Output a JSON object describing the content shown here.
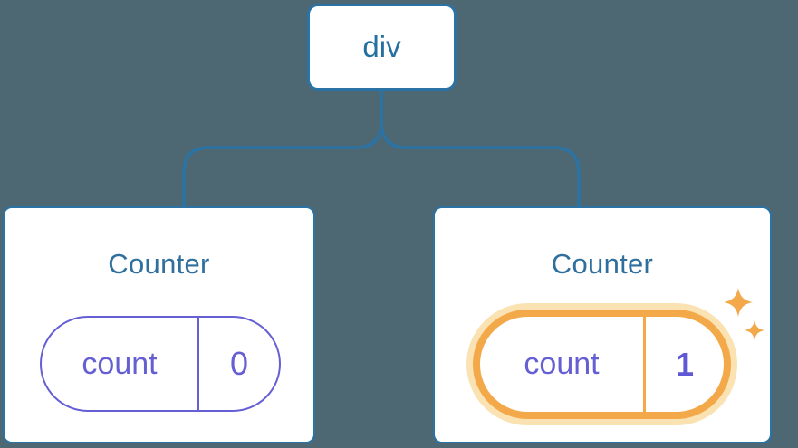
{
  "diagram": {
    "root": {
      "label": "div"
    },
    "children": [
      {
        "title": "Counter",
        "state": {
          "key": "count",
          "value": "0"
        },
        "highlighted": false
      },
      {
        "title": "Counter",
        "state": {
          "key": "count",
          "value": "1"
        },
        "highlighted": true
      }
    ],
    "icons": {
      "highlight_sparkles": "sparkle-icon (4-point star ✦, one large, one small)"
    },
    "colors": {
      "background": "#4D6773",
      "connector_blue": "#2B73A4",
      "root_label_blue": "#2471A0",
      "title_blue": "#2E6F9D",
      "state_purple": "#655FD3",
      "highlight_orange": "#F3A94A",
      "highlight_glow": "#FAE2B3",
      "card_background": "#FFFFFF"
    }
  }
}
